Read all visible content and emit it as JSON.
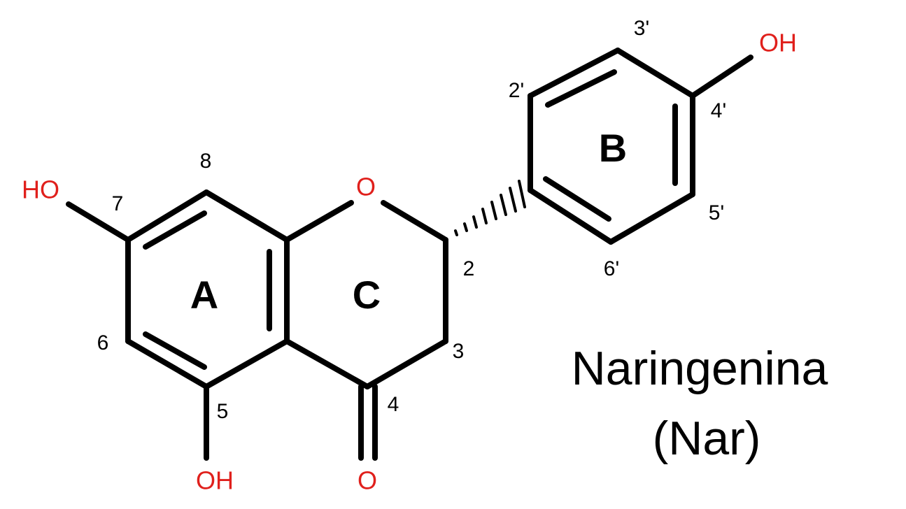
{
  "molecule": {
    "name": "Naringenina",
    "abbreviation": "(Nar)"
  },
  "atoms": {
    "ho7": "HO",
    "o_ring": "O",
    "oh5": "OH",
    "o4": "O",
    "oh4p": "OH"
  },
  "ring_labels": {
    "a": "A",
    "b": "B",
    "c": "C"
  },
  "position_numbers": {
    "n8": "8",
    "n7": "7",
    "n6": "6",
    "n5": "5",
    "n4": "4",
    "n3": "3",
    "n2": "2",
    "n2p": "2'",
    "n3p": "3'",
    "n4p": "4'",
    "n5p": "5'",
    "n6p": "6'"
  },
  "colors": {
    "hydroxyl_oxygen": "#e0201c",
    "atom_text": "#000000",
    "bond": "#000000"
  }
}
